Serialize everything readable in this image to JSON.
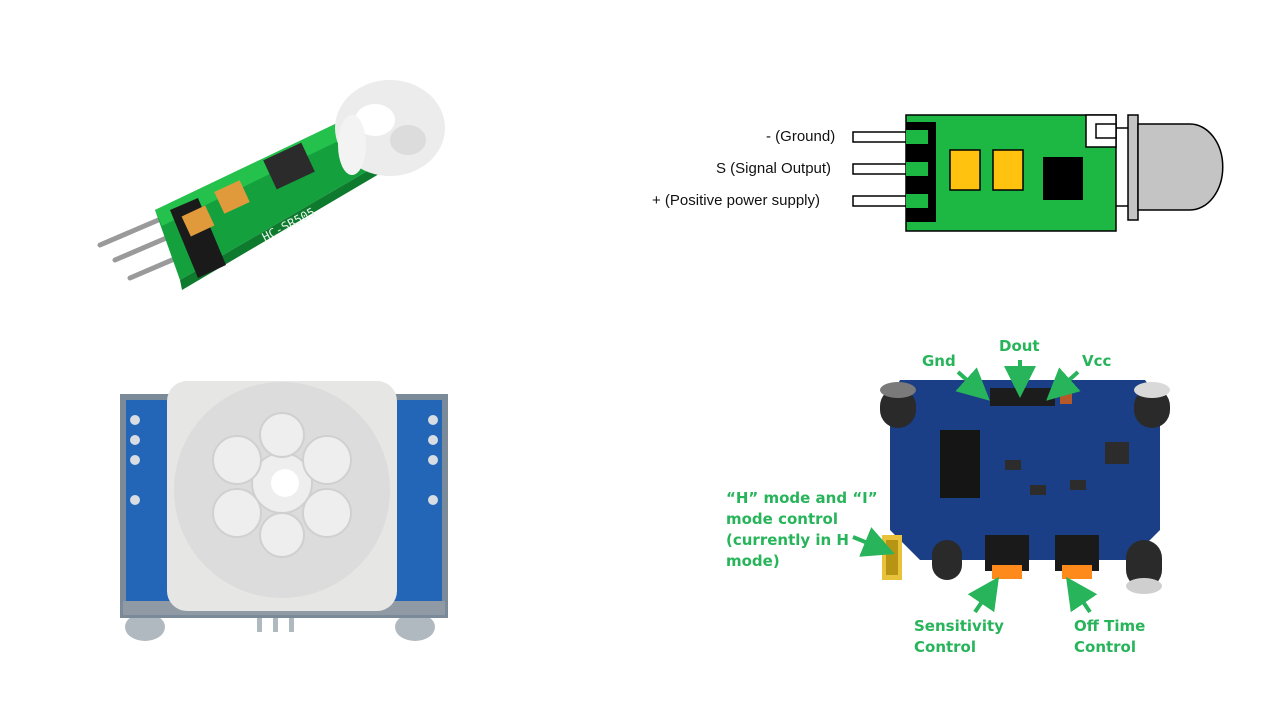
{
  "schematic": {
    "pin_labels": [
      "- (Ground)",
      "S (Signal Output)",
      "+ (Positive power supply)"
    ]
  },
  "small_module": {
    "silkscreen": "HC-SR505"
  },
  "hcsr501": {
    "top_labels": {
      "gnd": "Gnd",
      "dout": "Dout",
      "vcc": "Vcc"
    },
    "mode_label": [
      "“H” mode and “I”",
      "mode control",
      "(currently in H",
      "mode)"
    ],
    "sensitivity_label": [
      "Sensitivity",
      "Control"
    ],
    "offtime_label": [
      "Off Time",
      "Control"
    ]
  },
  "colors": {
    "pcb_green": "#1db844",
    "pcb_blue": "#1a3f86",
    "label_green": "#27b45a",
    "pad_orange": "#ffc20e"
  }
}
